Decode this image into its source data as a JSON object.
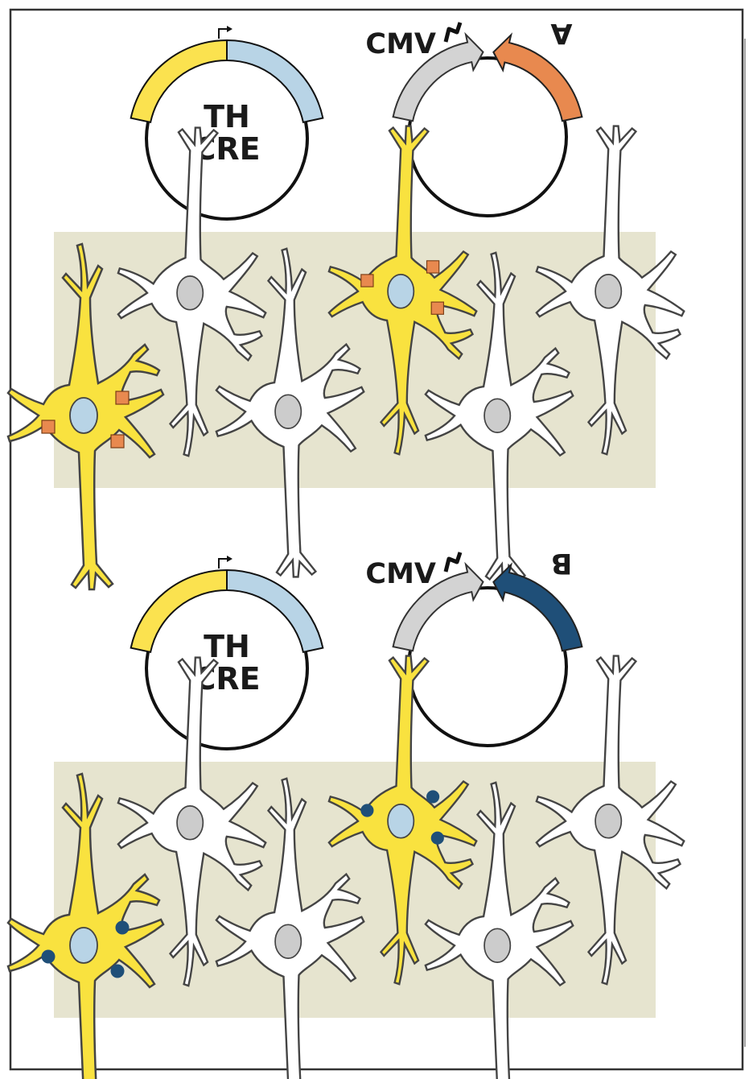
{
  "panels": [
    {
      "plasmid_left": {
        "line1": "TH",
        "line2": "CRE"
      },
      "plasmid_right": {
        "promoter": "CMV",
        "gene": "A"
      },
      "marker": "square",
      "marker_color": "#e8894f"
    },
    {
      "plasmid_left": {
        "line1": "TH",
        "line2": "CRE"
      },
      "plasmid_right": {
        "promoter": "CMV",
        "gene": "B"
      },
      "marker": "dot",
      "marker_color": "#1f4f78"
    }
  ],
  "colors": {
    "yellow_segment": "#fbe24f",
    "blue_segment": "#b8d4e6",
    "grey_arrow": "#d3d3d3",
    "tissue": "#e6e4cf",
    "neuron_yellow": "#f9e23f",
    "neuron_white": "#ffffff",
    "nucleus_blue": "#b8d4e6",
    "nucleus_grey": "#cccccc"
  }
}
